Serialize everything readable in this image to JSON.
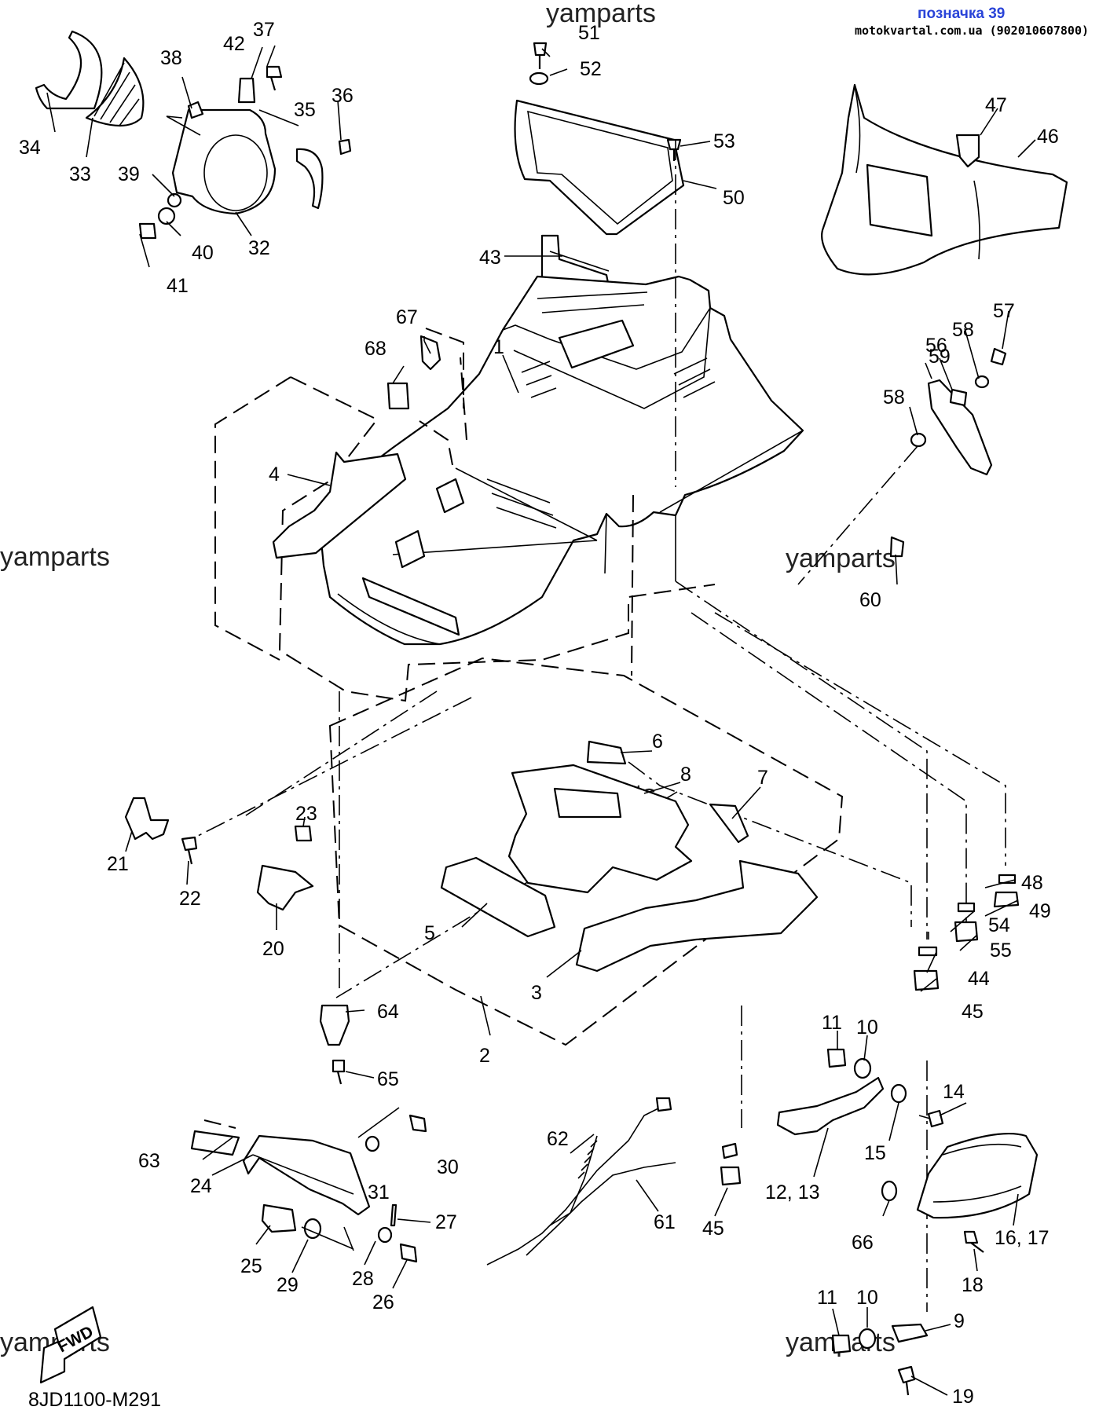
{
  "header": {
    "title": "позначка 39",
    "source": "motokvartal.com.ua (902010607800)"
  },
  "watermark": "yamparts",
  "diagram_code": "8JD1100-M291",
  "fwd_label": "FWD",
  "callouts": {
    "1": "1",
    "2": "2",
    "3": "3",
    "4": "4",
    "5": "5",
    "6": "6",
    "7": "7",
    "8": "8",
    "9": "9",
    "10a": "10",
    "10b": "10",
    "11a": "11",
    "11b": "11",
    "12_13": "12, 13",
    "14": "14",
    "15": "15",
    "16_17": "16, 17",
    "18": "18",
    "19": "19",
    "20": "20",
    "21": "21",
    "22": "22",
    "23": "23",
    "24": "24",
    "25": "25",
    "26": "26",
    "27": "27",
    "28": "28",
    "29": "29",
    "30": "30",
    "31": "31",
    "32": "32",
    "33": "33",
    "34": "34",
    "35": "35",
    "36": "36",
    "37": "37",
    "38": "38",
    "39": "39",
    "40": "40",
    "41": "41",
    "42": "42",
    "43": "43",
    "44": "44",
    "45a": "45",
    "45b": "45",
    "46": "46",
    "47": "47",
    "48": "48",
    "49": "49",
    "50": "50",
    "51": "51",
    "52": "52",
    "53": "53",
    "54": "54",
    "55": "55",
    "56": "56",
    "57": "57",
    "58a": "58",
    "58b": "58",
    "59": "59",
    "60": "60",
    "61": "61",
    "62": "62",
    "63": "63",
    "64": "64",
    "65": "65",
    "66": "66",
    "67": "67",
    "68": "68"
  }
}
